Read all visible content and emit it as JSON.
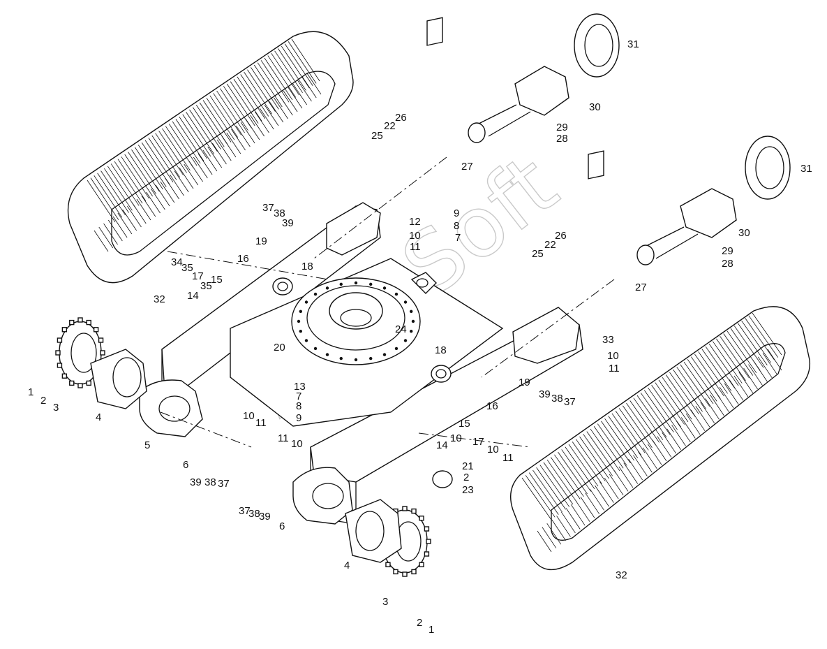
{
  "watermark": "AutoSoft",
  "callouts": [
    {
      "id": "c-1a",
      "text": "1"
    },
    {
      "id": "c-2a",
      "text": "2"
    },
    {
      "id": "c-3a",
      "text": "3"
    },
    {
      "id": "c-4a",
      "text": "4"
    },
    {
      "id": "c-5",
      "text": "5"
    },
    {
      "id": "c-6a",
      "text": "6"
    },
    {
      "id": "c-39a",
      "text": "39"
    },
    {
      "id": "c-38a",
      "text": "38"
    },
    {
      "id": "c-37a",
      "text": "37"
    },
    {
      "id": "c-10a",
      "text": "10"
    },
    {
      "id": "c-11a",
      "text": "11"
    },
    {
      "id": "c-11b",
      "text": "11"
    },
    {
      "id": "c-10b",
      "text": "10"
    },
    {
      "id": "c-37b",
      "text": "37"
    },
    {
      "id": "c-38b",
      "text": "38"
    },
    {
      "id": "c-39b",
      "text": "39"
    },
    {
      "id": "c-6b",
      "text": "6"
    },
    {
      "id": "c-4b",
      "text": "4"
    },
    {
      "id": "c-3b",
      "text": "3"
    },
    {
      "id": "c-2b",
      "text": "2"
    },
    {
      "id": "c-1b",
      "text": "1"
    },
    {
      "id": "c-32a",
      "text": "32"
    },
    {
      "id": "c-34",
      "text": "34"
    },
    {
      "id": "c-35a",
      "text": "35"
    },
    {
      "id": "c-17a",
      "text": "17"
    },
    {
      "id": "c-35b",
      "text": "35"
    },
    {
      "id": "c-15a",
      "text": "15"
    },
    {
      "id": "c-14a",
      "text": "14"
    },
    {
      "id": "c-16a",
      "text": "16"
    },
    {
      "id": "c-18a",
      "text": "18"
    },
    {
      "id": "c-37c",
      "text": "37"
    },
    {
      "id": "c-38c",
      "text": "38"
    },
    {
      "id": "c-39c",
      "text": "39"
    },
    {
      "id": "c-19a",
      "text": "19"
    },
    {
      "id": "c-20",
      "text": "20"
    },
    {
      "id": "c-12",
      "text": "12"
    },
    {
      "id": "c-10c",
      "text": "10"
    },
    {
      "id": "c-11c",
      "text": "11"
    },
    {
      "id": "c-9a",
      "text": "9"
    },
    {
      "id": "c-8a",
      "text": "8"
    },
    {
      "id": "c-7a",
      "text": "7"
    },
    {
      "id": "c-24",
      "text": "24"
    },
    {
      "id": "c-13",
      "text": "13"
    },
    {
      "id": "c-7b",
      "text": "7"
    },
    {
      "id": "c-8b",
      "text": "8"
    },
    {
      "id": "c-9b",
      "text": "9"
    },
    {
      "id": "c-18b",
      "text": "18"
    },
    {
      "id": "c-19b",
      "text": "19"
    },
    {
      "id": "c-16b",
      "text": "16"
    },
    {
      "id": "c-15b",
      "text": "15"
    },
    {
      "id": "c-10d",
      "text": "10"
    },
    {
      "id": "c-14b",
      "text": "14"
    },
    {
      "id": "c-17b",
      "text": "17"
    },
    {
      "id": "c-10e",
      "text": "10"
    },
    {
      "id": "c-11d",
      "text": "11"
    },
    {
      "id": "c-39d",
      "text": "39"
    },
    {
      "id": "c-38d",
      "text": "38"
    },
    {
      "id": "c-37d",
      "text": "37"
    },
    {
      "id": "c-33",
      "text": "33"
    },
    {
      "id": "c-10f",
      "text": "10"
    },
    {
      "id": "c-11e",
      "text": "11"
    },
    {
      "id": "c-21",
      "text": "21"
    },
    {
      "id": "c-2c",
      "text": "2"
    },
    {
      "id": "c-23",
      "text": "23"
    },
    {
      "id": "c-32b",
      "text": "32"
    },
    {
      "id": "c-26a",
      "text": "26"
    },
    {
      "id": "c-22a",
      "text": "22"
    },
    {
      "id": "c-25a",
      "text": "25"
    },
    {
      "id": "c-27a",
      "text": "27"
    },
    {
      "id": "c-29a",
      "text": "29"
    },
    {
      "id": "c-28a",
      "text": "28"
    },
    {
      "id": "c-30a",
      "text": "30"
    },
    {
      "id": "c-31a",
      "text": "31"
    },
    {
      "id": "c-26b",
      "text": "26"
    },
    {
      "id": "c-22b",
      "text": "22"
    },
    {
      "id": "c-25b",
      "text": "25"
    },
    {
      "id": "c-27b",
      "text": "27"
    },
    {
      "id": "c-29b",
      "text": "29"
    },
    {
      "id": "c-28b",
      "text": "28"
    },
    {
      "id": "c-30b",
      "text": "30"
    },
    {
      "id": "c-31b",
      "text": "31"
    }
  ]
}
